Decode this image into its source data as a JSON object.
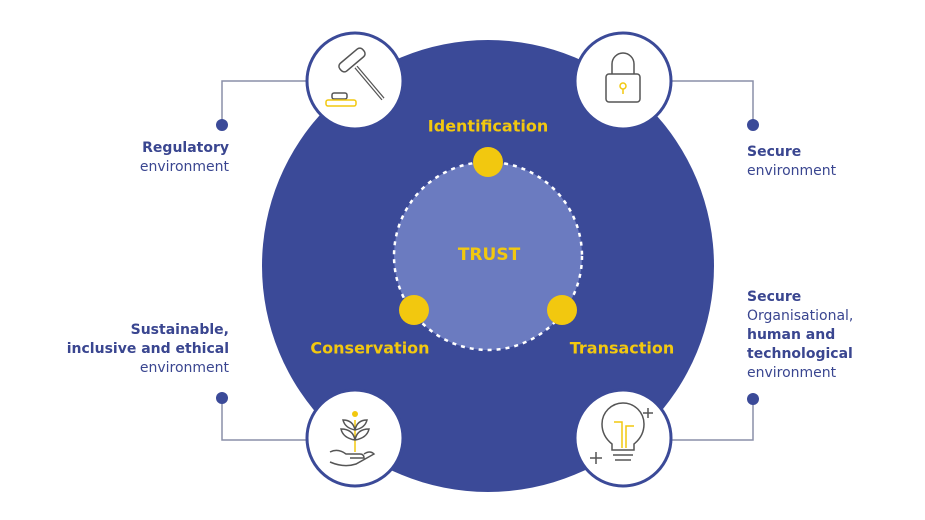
{
  "colors": {
    "navy": "#3b4a98",
    "inner": "#6b7bc0",
    "yellow": "#f2c80f",
    "line": "#8a8fa8"
  },
  "center": {
    "label": "TRUST"
  },
  "pillars": [
    {
      "label": "Identification"
    },
    {
      "label": "Conservation"
    },
    {
      "label": "Transaction"
    }
  ],
  "environments": {
    "top_left": {
      "icon": "gavel-icon",
      "bold": [
        "Regulatory"
      ],
      "regular": [
        "environment"
      ]
    },
    "top_right": {
      "icon": "padlock-icon",
      "bold": [
        "Secure"
      ],
      "regular": [
        "environment"
      ]
    },
    "bottom_left": {
      "icon": "plant-in-hand-icon",
      "bold": [
        "Sustainable,",
        "inclusive and ethical"
      ],
      "regular": [
        "environment"
      ]
    },
    "bottom_right": {
      "icon": "lightbulb-icon",
      "bold": [
        "Secure"
      ],
      "mixed": [
        "Organisational,"
      ],
      "bold2": [
        "human and",
        "technological"
      ],
      "regular": [
        "environment"
      ]
    }
  }
}
